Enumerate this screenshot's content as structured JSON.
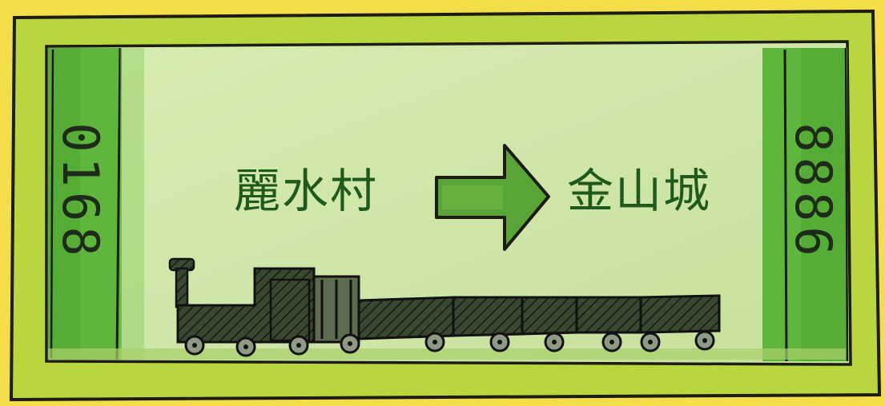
{
  "ticket": {
    "route_from": "麗水村",
    "route_to": "金山城",
    "serial_left": "0168",
    "serial_right": "8886"
  },
  "icons": {
    "arrow": "right-arrow-icon",
    "train": "steam-train-icon"
  },
  "colors": {
    "frame_yellow": "#f3de4a",
    "frame_lime": "#b7d43a",
    "panel_green": "#cfe8a8",
    "stripe_green": "#5db53a",
    "text_green": "#1f5a1c",
    "train_dark": "#34402c"
  }
}
